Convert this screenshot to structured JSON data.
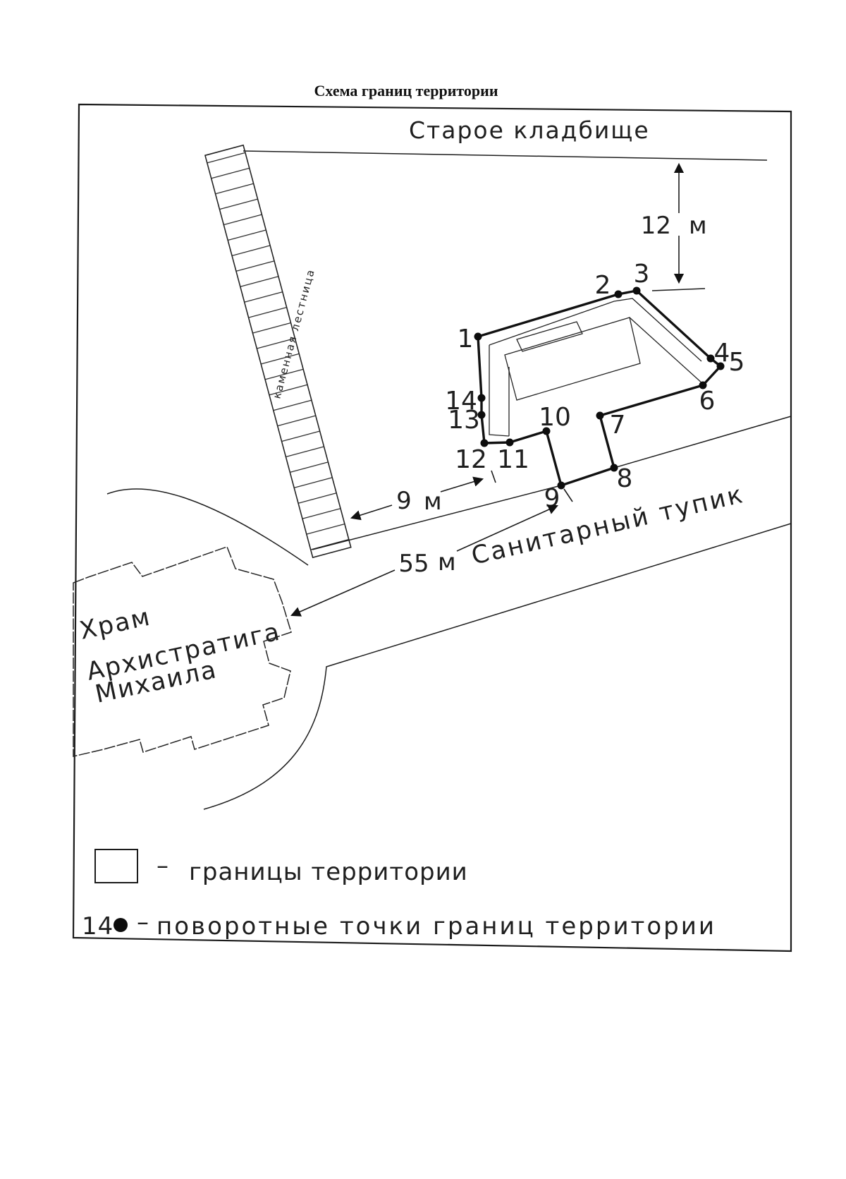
{
  "page_title": "Схема границ территории",
  "map": {
    "cemetery_label": "Старое кладбище",
    "street_label": "Санитарный тупик",
    "staircase_label": "каменная  лестница",
    "church_name_lines": [
      "Храм",
      "Архистратига",
      "Михаила"
    ],
    "dimensions": {
      "top_offset": {
        "value": "12",
        "unit": "м"
      },
      "stair_offset": {
        "value": "9",
        "unit": "м"
      },
      "street_length": {
        "value": "55",
        "unit": "м"
      }
    },
    "boundary_points": [
      {
        "n": "1"
      },
      {
        "n": "2"
      },
      {
        "n": "3"
      },
      {
        "n": "4"
      },
      {
        "n": "5"
      },
      {
        "n": "6"
      },
      {
        "n": "7"
      },
      {
        "n": "8"
      },
      {
        "n": "9"
      },
      {
        "n": "10"
      },
      {
        "n": "11"
      },
      {
        "n": "12"
      },
      {
        "n": "13"
      },
      {
        "n": "14"
      }
    ]
  },
  "legend": {
    "boundary": {
      "dash": "–",
      "label": "границы территории"
    },
    "turn_points": {
      "point_number": "14",
      "dash": "–",
      "label": "поворотные точки границ территории"
    }
  }
}
